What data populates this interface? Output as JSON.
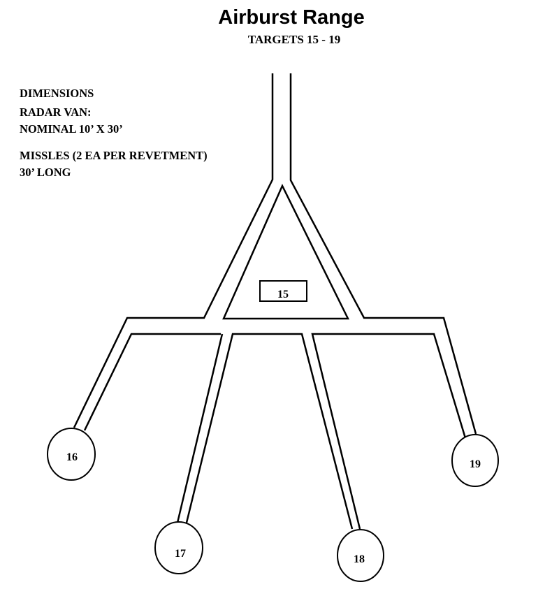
{
  "header": {
    "title": "Airburst Range",
    "subtitle": "TARGETS 15 - 19"
  },
  "notes": {
    "heading": "DIMENSIONS",
    "radar_label": "RADAR VAN:",
    "radar_size": "NOMINAL 10’ X 30’",
    "missiles_label": "MISSLES  (2 EA PER REVETMENT)",
    "missiles_length": "30’ LONG"
  },
  "targets": {
    "t15": "15",
    "t16": "16",
    "t17": "17",
    "t18": "18",
    "t19": "19"
  },
  "colors": {
    "line": "#000000",
    "background": "#ffffff"
  }
}
